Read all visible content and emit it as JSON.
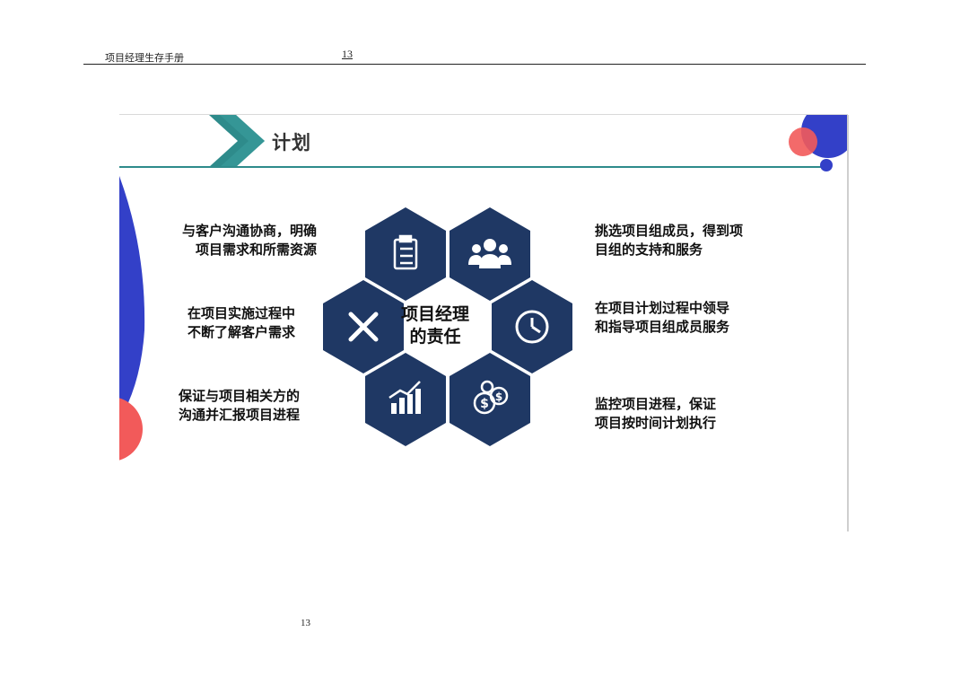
{
  "header": {
    "title": "项目经理生存手册",
    "page_number": "13"
  },
  "footer": {
    "page_number": "13"
  },
  "slide": {
    "title": "计划",
    "center_line1": "项目经理",
    "center_line2": "的责任",
    "left_items": [
      {
        "line1": "与客户沟通协商，明确",
        "line2": "项目需求和所需资源"
      },
      {
        "line1": "在项目实施过程中",
        "line2": "不断了解客户需求"
      },
      {
        "line1": "保证与项目相关方的",
        "line2": "沟通并汇报项目进程"
      }
    ],
    "right_items": [
      {
        "line1": "挑选项目组成员，得到项",
        "line2": "目组的支持和服务"
      },
      {
        "line1": "在项目计划过程中领导",
        "line2": "和指导项目组成员服务"
      },
      {
        "line1": "监控项目进程，保证",
        "line2": "项目按时间计划执行"
      }
    ],
    "hexagon_icons": [
      "clipboard-icon",
      "team-icon",
      "clock-icon",
      "coins-icon",
      "growth-chart-icon",
      "tools-icon"
    ],
    "colors": {
      "hexagon": "#1f3864",
      "teal": "#2e8b8b",
      "blue": "#3340c8",
      "coral": "#f25a5a"
    }
  }
}
